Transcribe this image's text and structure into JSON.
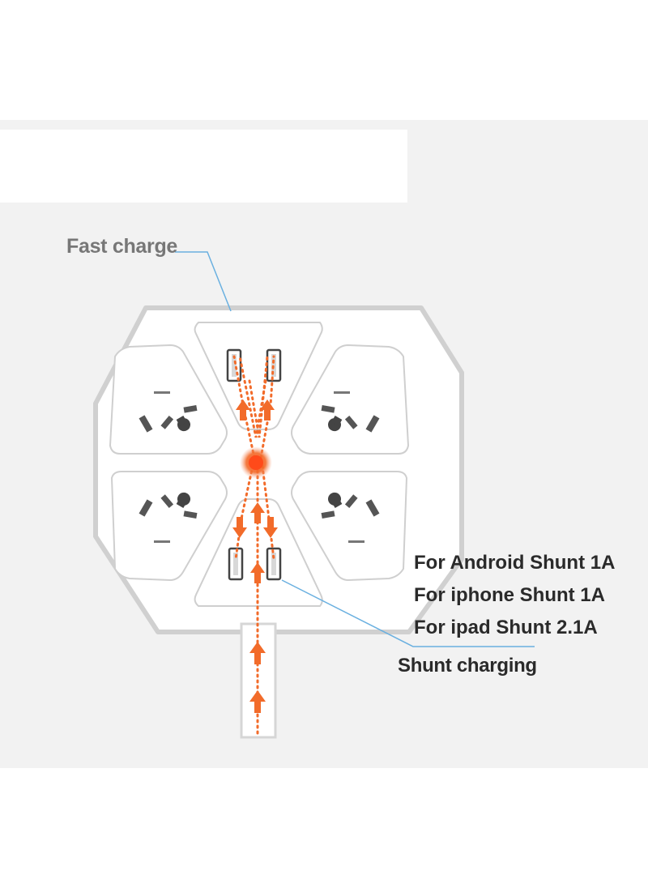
{
  "labels": {
    "fast_charge": "Fast charge",
    "shunt_charging": "Shunt charging",
    "specs": [
      "For Android Shunt 1A",
      "For iphone Shunt 1A",
      "For ipad Shunt 2.1A"
    ]
  },
  "colors": {
    "background": "#f2f2f2",
    "device_body": "#ffffff",
    "device_outline": "#cfcfcf",
    "arrow_accent": "#f26b2a",
    "leader_line": "#6ab0e0",
    "socket_dark": "#333333"
  },
  "icons": {
    "hub": "glowing-center-dot-icon",
    "arrow": "arrow-up-icon",
    "usb": "usb-port-icon",
    "outlet": "power-outlet-icon"
  }
}
